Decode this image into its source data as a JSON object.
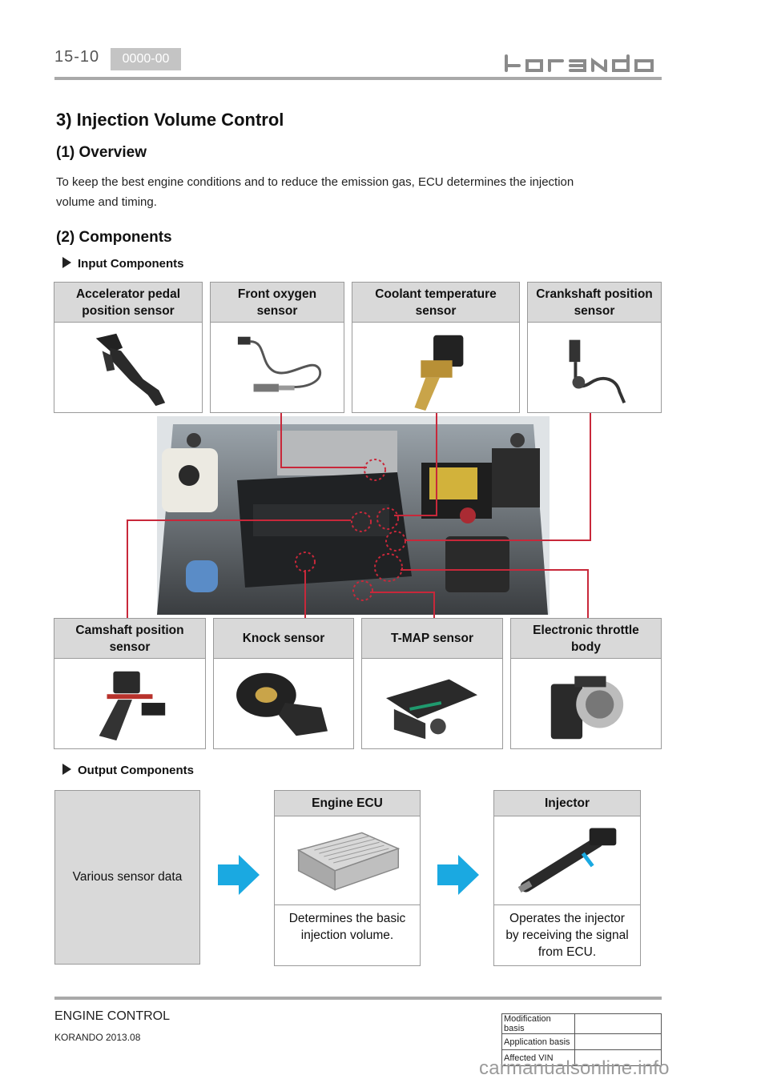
{
  "header": {
    "page_number": "15-10",
    "doc_code": "0000-00",
    "brand": "korando"
  },
  "title": "3) Injection Volume Control",
  "overview": {
    "heading": "(1) Overview",
    "text_line1": "To keep the best engine conditions and to reduce the emission gas, ECU determines the injection",
    "text_line2": "volume and timing."
  },
  "components": {
    "heading": "(2) Components",
    "input_label": "Input Components",
    "output_label": "Output Components",
    "input_top": [
      {
        "l1": "Accelerator pedal",
        "l2": "position sensor"
      },
      {
        "l1": "Front oxygen",
        "l2": "sensor"
      },
      {
        "l1": "Coolant temperature",
        "l2": "sensor"
      },
      {
        "l1": "Crankshaft position",
        "l2": "sensor"
      }
    ],
    "input_bottom": [
      {
        "l1": "Camshaft position",
        "l2": "sensor"
      },
      {
        "l1": "Knock sensor",
        "l2": ""
      },
      {
        "l1": "T-MAP sensor",
        "l2": ""
      },
      {
        "l1": "Electronic throttle",
        "l2": "body"
      }
    ],
    "outputs": {
      "sensor_data": "Various sensor data",
      "ecu_title": "Engine ECU",
      "ecu_l1": "Determines the basic",
      "ecu_l2": "injection volume.",
      "injector_title": "Injector",
      "inj_l1": "Operates the injector",
      "inj_l2": "by receiving the signal",
      "inj_l3": "from ECU."
    }
  },
  "colors": {
    "callout": "#c8283a",
    "arrow": "#1aa9e1",
    "card_header": "#d9d9d9"
  },
  "footer": {
    "section": "ENGINE CONTROL",
    "model": "KORANDO 2013.08",
    "rows": [
      "Modification basis",
      "Application basis",
      "Affected VIN"
    ],
    "watermark": "carmanualsonline.info"
  }
}
